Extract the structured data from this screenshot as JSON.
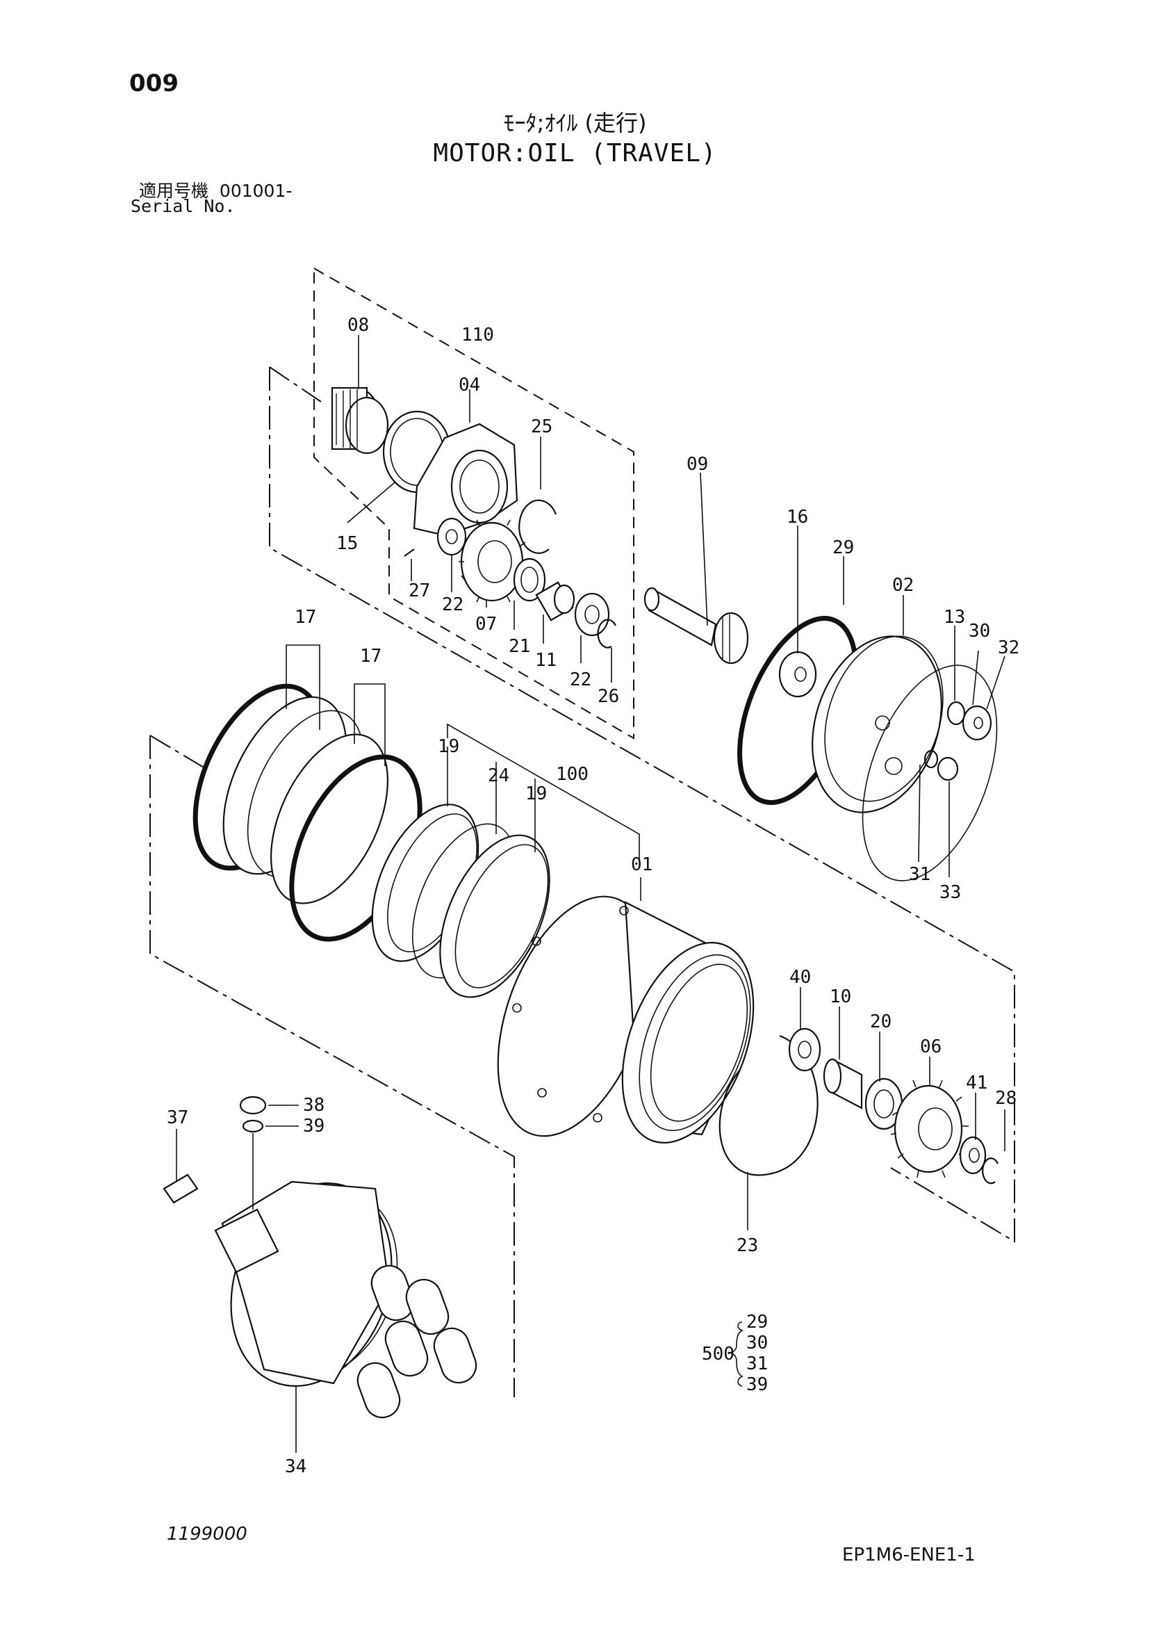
{
  "header": {
    "page_number": "009",
    "title_jp": "ﾓｰﾀ;ｵｲﾙ (走行)",
    "title_en": "MOTOR:OIL (TRAVEL)",
    "serial_label_jp": "適用号機",
    "serial_value": "001001-",
    "serial_label_en": "Serial No."
  },
  "callouts": {
    "c08": "08",
    "c110": "110",
    "c04": "04",
    "c25": "25",
    "c15": "15",
    "c27": "27",
    "c22a": "22",
    "c07": "07",
    "c21": "21",
    "c11": "11",
    "c22b": "22",
    "c26": "26",
    "c09": "09",
    "c16": "16",
    "c29": "29",
    "c02": "02",
    "c13": "13",
    "c30": "30",
    "c32": "32",
    "c31": "31",
    "c33": "33",
    "c17a": "17",
    "c17b": "17",
    "c19a": "19",
    "c24": "24",
    "c100": "100",
    "c19b": "19",
    "c01": "01",
    "c40": "40",
    "c10": "10",
    "c20": "20",
    "c06": "06",
    "c41": "41",
    "c28": "28",
    "c23": "23",
    "c37": "37",
    "c38": "38",
    "c39": "39",
    "c34": "34"
  },
  "kit": {
    "label": "500",
    "items": [
      "29",
      "30",
      "31",
      "39"
    ]
  },
  "footer": {
    "drawing_number": "1199000",
    "document_code": "EP1M6-ENE1-1"
  },
  "icons": [
    "gear-icon",
    "ring-icon",
    "shaft-icon",
    "bearing-icon",
    "motor-housing-icon",
    "cover-plate-icon"
  ]
}
